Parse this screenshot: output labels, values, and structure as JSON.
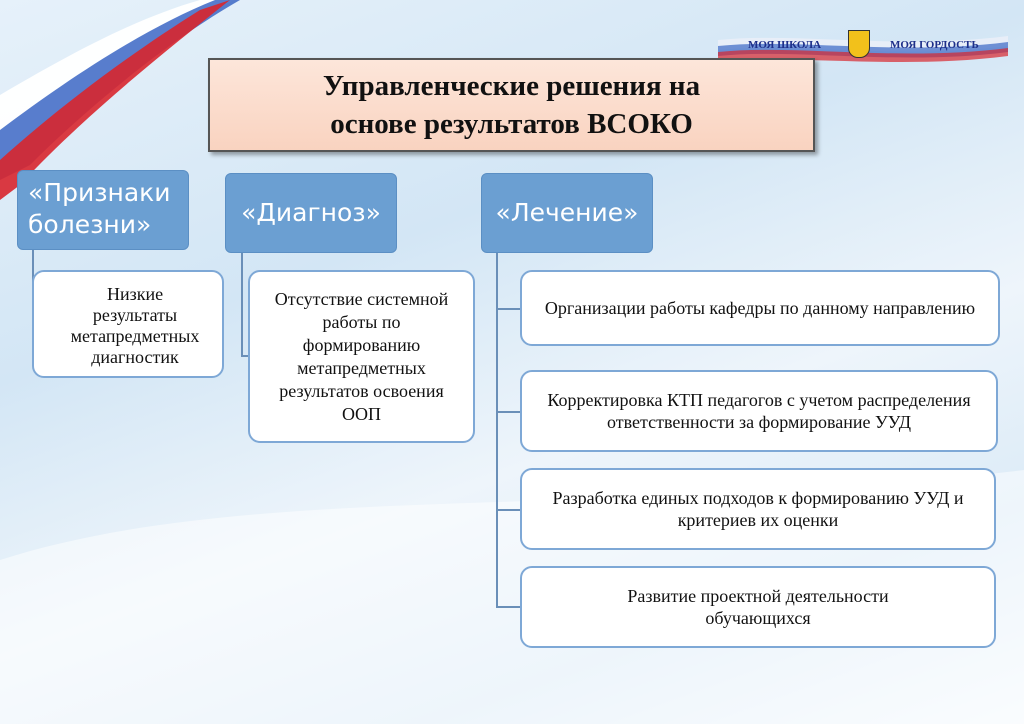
{
  "logo": {
    "left_text": "МОЯ ШКОЛА",
    "right_text": "МОЯ ГОРДОСТЬ"
  },
  "title": "Управленческие решения на\nоснове результатов ВСОКО",
  "columns": [
    {
      "header": "«Признаки болезни»",
      "items": [
        "Низкие результаты метапредметных диагностик"
      ]
    },
    {
      "header": "«Диагноз»",
      "items": [
        "Отсутствие системной работы по формированию метапредметных результатов освоения ООП"
      ]
    },
    {
      "header": "«Лечение»",
      "items": [
        "Организации работы кафедры по данному направлению",
        "Корректировка КТП педагогов с учетом распределения ответственности за формирование УУД",
        "Разработка единых подходов к формированию УУД и критериев их оценки",
        "Развитие проектной деятельности обучающихся"
      ]
    }
  ],
  "colors": {
    "header": "#6b9fd2",
    "border": "#7ea8d6"
  }
}
